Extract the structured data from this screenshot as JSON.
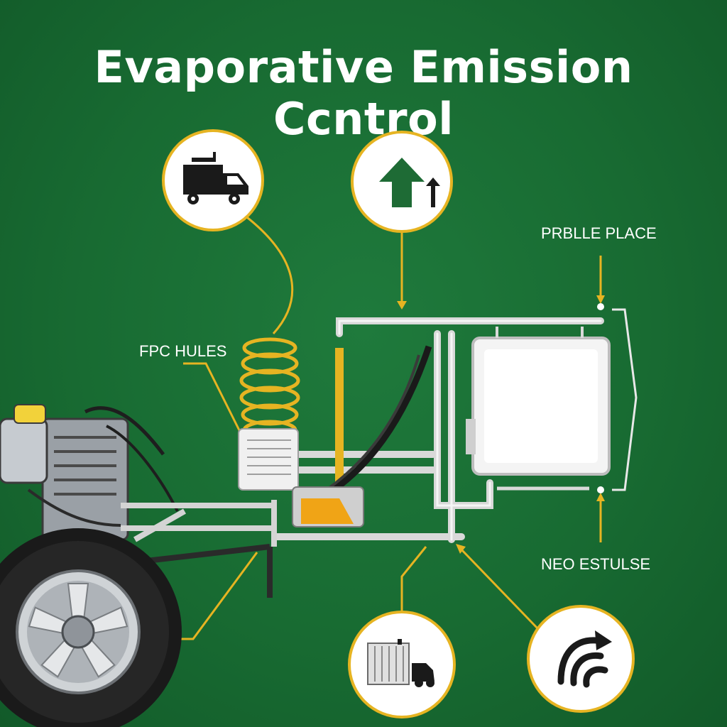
{
  "title": "Evaporative Emission Ccntrol",
  "labels": {
    "fpc_hules": "FPC HULES",
    "prblle_place": "PRBLLE PLACE",
    "neo_estulse": "NEO ESTULSE"
  },
  "icons": {
    "top_left": "truck-icon",
    "top_center": "up-arrow-icon",
    "bottom_center": "radiator-truck-icon",
    "bottom_right": "vapor-flow-icon"
  },
  "colors": {
    "background": "#186b32",
    "accent": "#e6b422",
    "circle_fill": "#ffffff",
    "pipe": "#e8e8e8",
    "text": "#ffffff"
  }
}
